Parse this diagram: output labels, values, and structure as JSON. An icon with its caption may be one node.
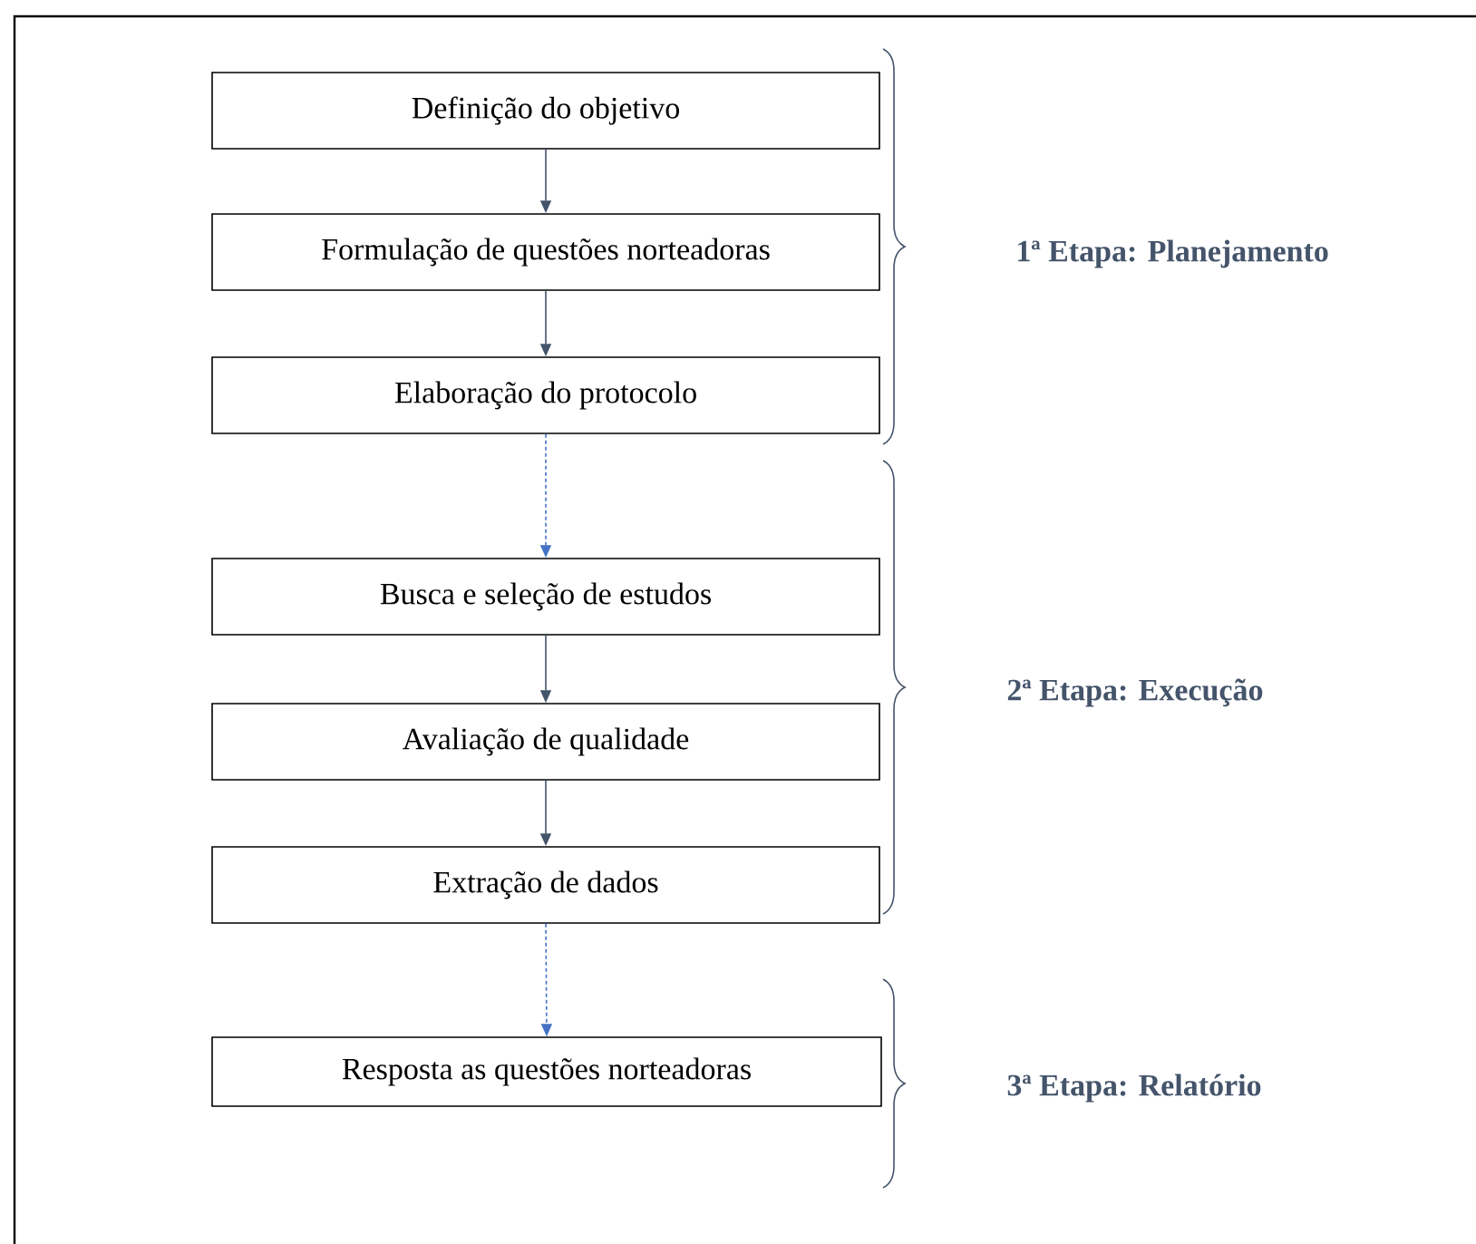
{
  "diagram": {
    "nodes": [
      {
        "text": [
          "Definição do objetivo"
        ]
      },
      {
        "text": [
          "Formulação de questões norteadoras"
        ]
      },
      {
        "text": [
          "Elaboração do protocolo"
        ]
      },
      {
        "text": [
          "Busca e seleção de estudos"
        ]
      },
      {
        "text": [
          "Avaliação de qualidade"
        ]
      },
      {
        "text": [
          "Extração de dados"
        ]
      },
      {
        "text": [
          "Resposta as questões norteadoras"
        ]
      }
    ],
    "edges": [
      {
        "from": 0,
        "to": 1,
        "arrow": "to"
      },
      {
        "from": 1,
        "to": 2,
        "arrow": "to"
      },
      {
        "from": 2,
        "to": 3,
        "arrow": "to",
        "style": "dashed",
        "color": "#4472c4"
      },
      {
        "from": 3,
        "to": 4,
        "arrow": "to"
      },
      {
        "from": 4,
        "to": 5,
        "arrow": "to"
      },
      {
        "from": 5,
        "to": 6,
        "arrow": "to",
        "style": "dashed",
        "color": "#4472c4"
      }
    ],
    "labels": [
      "1ª Etapa: Planejamento",
      "2ª Etapa: Execução",
      "3ª Etapa: Relatório"
    ]
  }
}
